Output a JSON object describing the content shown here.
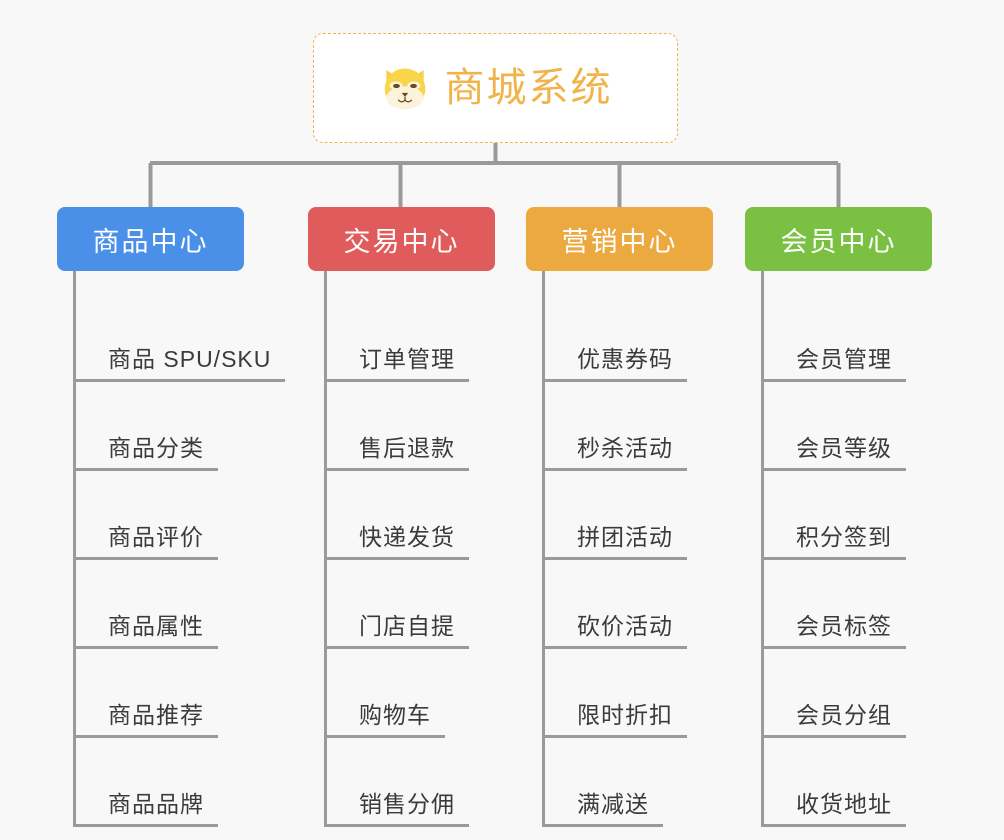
{
  "page": {
    "background_color": "#f8f8f8",
    "line_color": "#9a9a9a",
    "text_color": "#3b3b3b"
  },
  "root": {
    "title": "商城系统",
    "icon": "dog-face-icon",
    "border_color": "#efb44a",
    "title_color": "#f0b44b",
    "background_color": "#ffffff"
  },
  "branches": [
    {
      "id": "product-center",
      "label": "商品中心",
      "color": "#4a90e8",
      "items": [
        {
          "label": "商品 SPU/SKU"
        },
        {
          "label": "商品分类"
        },
        {
          "label": "商品评价"
        },
        {
          "label": "商品属性"
        },
        {
          "label": "商品推荐"
        },
        {
          "label": "商品品牌"
        }
      ]
    },
    {
      "id": "trade-center",
      "label": "交易中心",
      "color": "#e05c5c",
      "items": [
        {
          "label": "订单管理"
        },
        {
          "label": "售后退款"
        },
        {
          "label": "快递发货"
        },
        {
          "label": "门店自提"
        },
        {
          "label": "购物车"
        },
        {
          "label": "销售分佣"
        }
      ]
    },
    {
      "id": "marketing-center",
      "label": "营销中心",
      "color": "#eca93f",
      "items": [
        {
          "label": "优惠券码"
        },
        {
          "label": "秒杀活动"
        },
        {
          "label": "拼团活动"
        },
        {
          "label": "砍价活动"
        },
        {
          "label": "限时折扣"
        },
        {
          "label": "满减送"
        }
      ]
    },
    {
      "id": "member-center",
      "label": "会员中心",
      "color": "#7ac143",
      "items": [
        {
          "label": "会员管理"
        },
        {
          "label": "会员等级"
        },
        {
          "label": "积分签到"
        },
        {
          "label": "会员标签"
        },
        {
          "label": "会员分组"
        },
        {
          "label": "收货地址"
        }
      ]
    }
  ]
}
